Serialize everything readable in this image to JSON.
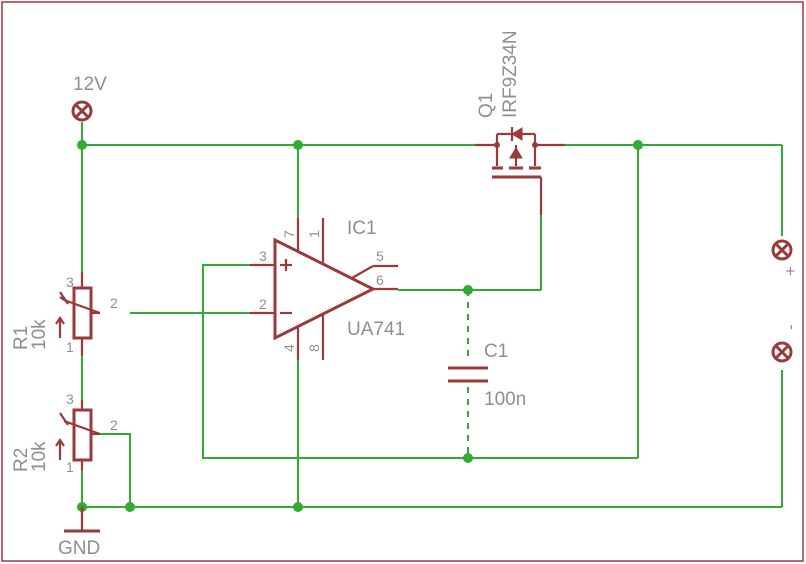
{
  "labels": {
    "supply": "12V",
    "ground": "GND",
    "out_plus": "+",
    "out_minus": "-"
  },
  "r1": {
    "name": "R1",
    "value": "10k",
    "pin_top": "3",
    "pin_bottom": "1",
    "pin_wiper": "2"
  },
  "r2": {
    "name": "R2",
    "value": "10k",
    "pin_top": "3",
    "pin_bottom": "1",
    "pin_wiper": "2"
  },
  "ic1": {
    "name": "IC1",
    "value": "UA741",
    "pins": {
      "p7": "7",
      "p1": "1",
      "p3": "3",
      "p2": "2",
      "p5": "5",
      "p6": "6",
      "p4": "4",
      "p8": "8"
    }
  },
  "q1": {
    "name": "Q1",
    "value": "IRF9Z34N"
  },
  "c1": {
    "name": "C1",
    "value": "100n"
  },
  "colors": {
    "wire": "#33aa33",
    "part": "#9a3a3a",
    "label": "#8f8f8f"
  }
}
